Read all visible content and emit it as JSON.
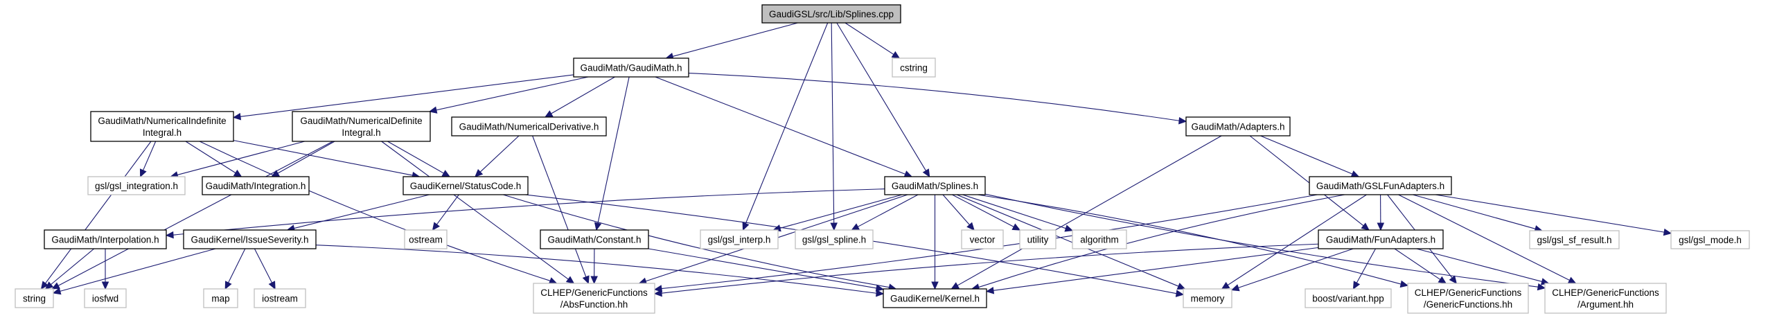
{
  "title": "GaudiGSL/src/Lib/Splines.cpp",
  "colors": {
    "edge": "#191970",
    "root_fill": "#bfbfbf",
    "documented_border": "#000000",
    "external_border": "#bfbfbf",
    "background": "#ffffff"
  },
  "nodes": [
    {
      "id": "root",
      "lines": [
        "GaudiGSL/src/Lib/Splines.cpp"
      ],
      "kind": "root"
    },
    {
      "id": "cstring",
      "lines": [
        "cstring"
      ],
      "kind": "external"
    },
    {
      "id": "gaudimath",
      "lines": [
        "GaudiMath/GaudiMath.h"
      ],
      "kind": "documented"
    },
    {
      "id": "numindef",
      "lines": [
        "GaudiMath/NumericalIndefinite",
        "Integral.h"
      ],
      "kind": "documented"
    },
    {
      "id": "numdef",
      "lines": [
        "GaudiMath/NumericalDefinite",
        "Integral.h"
      ],
      "kind": "documented"
    },
    {
      "id": "numderiv",
      "lines": [
        "GaudiMath/NumericalDerivative.h"
      ],
      "kind": "documented"
    },
    {
      "id": "adapters",
      "lines": [
        "GaudiMath/Adapters.h"
      ],
      "kind": "documented"
    },
    {
      "id": "gslinteg",
      "lines": [
        "gsl/gsl_integration.h"
      ],
      "kind": "external"
    },
    {
      "id": "integration",
      "lines": [
        "GaudiMath/Integration.h"
      ],
      "kind": "documented"
    },
    {
      "id": "statuscode",
      "lines": [
        "GaudiKernel/StatusCode.h"
      ],
      "kind": "documented"
    },
    {
      "id": "splines",
      "lines": [
        "GaudiMath/Splines.h"
      ],
      "kind": "documented"
    },
    {
      "id": "gslfunadapters",
      "lines": [
        "GaudiMath/GSLFunAdapters.h"
      ],
      "kind": "documented"
    },
    {
      "id": "interpolation",
      "lines": [
        "GaudiMath/Interpolation.h"
      ],
      "kind": "documented"
    },
    {
      "id": "issueseverity",
      "lines": [
        "GaudiKernel/IssueSeverity.h"
      ],
      "kind": "documented"
    },
    {
      "id": "ostream",
      "lines": [
        "ostream"
      ],
      "kind": "external"
    },
    {
      "id": "constant",
      "lines": [
        "GaudiMath/Constant.h"
      ],
      "kind": "documented"
    },
    {
      "id": "gslinterp",
      "lines": [
        "gsl/gsl_interp.h"
      ],
      "kind": "external"
    },
    {
      "id": "gslspline",
      "lines": [
        "gsl/gsl_spline.h"
      ],
      "kind": "external"
    },
    {
      "id": "vector",
      "lines": [
        "vector"
      ],
      "kind": "external"
    },
    {
      "id": "utility",
      "lines": [
        "utility"
      ],
      "kind": "external"
    },
    {
      "id": "algorithm",
      "lines": [
        "algorithm"
      ],
      "kind": "external"
    },
    {
      "id": "funadapters",
      "lines": [
        "GaudiMath/FunAdapters.h"
      ],
      "kind": "documented"
    },
    {
      "id": "gslsfresult",
      "lines": [
        "gsl/gsl_sf_result.h"
      ],
      "kind": "external"
    },
    {
      "id": "gslmode",
      "lines": [
        "gsl/gsl_mode.h"
      ],
      "kind": "external"
    },
    {
      "id": "string",
      "lines": [
        "string"
      ],
      "kind": "external"
    },
    {
      "id": "iosfwd",
      "lines": [
        "iosfwd"
      ],
      "kind": "external"
    },
    {
      "id": "map",
      "lines": [
        "map"
      ],
      "kind": "external"
    },
    {
      "id": "iostream",
      "lines": [
        "iostream"
      ],
      "kind": "external"
    },
    {
      "id": "absfunction",
      "lines": [
        "CLHEP/GenericFunctions",
        "/AbsFunction.hh"
      ],
      "kind": "external"
    },
    {
      "id": "kernel",
      "lines": [
        "GaudiKernel/Kernel.h"
      ],
      "kind": "documented"
    },
    {
      "id": "memory",
      "lines": [
        "memory"
      ],
      "kind": "external"
    },
    {
      "id": "boostvariant",
      "lines": [
        "boost/variant.hpp"
      ],
      "kind": "external"
    },
    {
      "id": "genericfunctions",
      "lines": [
        "CLHEP/GenericFunctions",
        "/GenericFunctions.hh"
      ],
      "kind": "external"
    },
    {
      "id": "argument",
      "lines": [
        "CLHEP/GenericFunctions",
        "/Argument.hh"
      ],
      "kind": "external"
    }
  ],
  "edges": [
    [
      "root",
      "gaudimath"
    ],
    [
      "root",
      "cstring"
    ],
    [
      "root",
      "gslinterp"
    ],
    [
      "root",
      "gslspline"
    ],
    [
      "root",
      "splines"
    ],
    [
      "gaudimath",
      "numindef"
    ],
    [
      "gaudimath",
      "numdef"
    ],
    [
      "gaudimath",
      "numderiv"
    ],
    [
      "gaudimath",
      "constant"
    ],
    [
      "gaudimath",
      "splines"
    ],
    [
      "gaudimath",
      "adapters"
    ],
    [
      "numindef",
      "gslinteg"
    ],
    [
      "numindef",
      "integration"
    ],
    [
      "numindef",
      "statuscode"
    ],
    [
      "numindef",
      "string"
    ],
    [
      "numindef",
      "absfunction"
    ],
    [
      "numdef",
      "gslinteg"
    ],
    [
      "numdef",
      "integration"
    ],
    [
      "numdef",
      "statuscode"
    ],
    [
      "numdef",
      "string"
    ],
    [
      "numdef",
      "absfunction"
    ],
    [
      "numderiv",
      "statuscode"
    ],
    [
      "numderiv",
      "absfunction"
    ],
    [
      "statuscode",
      "issueseverity"
    ],
    [
      "statuscode",
      "ostream"
    ],
    [
      "statuscode",
      "kernel"
    ],
    [
      "statuscode",
      "memory"
    ],
    [
      "issueseverity",
      "string"
    ],
    [
      "issueseverity",
      "map"
    ],
    [
      "issueseverity",
      "iostream"
    ],
    [
      "issueseverity",
      "kernel"
    ],
    [
      "interpolation",
      "string"
    ],
    [
      "interpolation",
      "iosfwd"
    ],
    [
      "constant",
      "absfunction"
    ],
    [
      "constant",
      "kernel"
    ],
    [
      "splines",
      "interpolation"
    ],
    [
      "splines",
      "gslinterp"
    ],
    [
      "splines",
      "gslspline"
    ],
    [
      "splines",
      "vector"
    ],
    [
      "splines",
      "utility"
    ],
    [
      "splines",
      "algorithm"
    ],
    [
      "splines",
      "absfunction"
    ],
    [
      "splines",
      "kernel"
    ],
    [
      "splines",
      "memory"
    ],
    [
      "splines",
      "genericfunctions"
    ],
    [
      "splines",
      "argument"
    ],
    [
      "adapters",
      "kernel"
    ],
    [
      "adapters",
      "gslfunadapters"
    ],
    [
      "adapters",
      "funadapters"
    ],
    [
      "gslfunadapters",
      "funadapters"
    ],
    [
      "gslfunadapters",
      "absfunction"
    ],
    [
      "gslfunadapters",
      "kernel"
    ],
    [
      "gslfunadapters",
      "memory"
    ],
    [
      "gslfunadapters",
      "gslsfresult"
    ],
    [
      "gslfunadapters",
      "gslmode"
    ],
    [
      "gslfunadapters",
      "genericfunctions"
    ],
    [
      "gslfunadapters",
      "argument"
    ],
    [
      "funadapters",
      "absfunction"
    ],
    [
      "funadapters",
      "kernel"
    ],
    [
      "funadapters",
      "memory"
    ],
    [
      "funadapters",
      "boostvariant"
    ],
    [
      "funadapters",
      "genericfunctions"
    ],
    [
      "funadapters",
      "argument"
    ]
  ]
}
